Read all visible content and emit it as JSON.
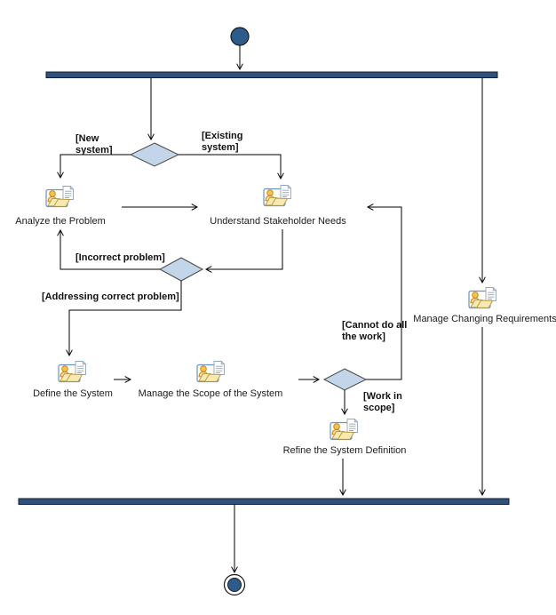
{
  "diagram": {
    "kind": "UML activity diagram",
    "colors": {
      "background": "#FFFFFF",
      "sync_bar_fill": "#31517B",
      "sync_bar_border": "#0F1F33",
      "node_fill": "#2E5C8A",
      "node_border": "#1A1A1A",
      "decision_fill": "#C3D5E8",
      "decision_border": "#4A4A4A",
      "edge_color": "#000000"
    }
  },
  "activities": {
    "analyze": {
      "label": "Analyze the Problem",
      "icon": "people-and-document-icon"
    },
    "understand": {
      "label": "Understand Stakeholder Needs",
      "icon": "people-and-document-icon"
    },
    "define": {
      "label": "Define the System",
      "icon": "people-and-document-icon"
    },
    "scope": {
      "label": "Manage the Scope of the System",
      "icon": "people-and-document-icon"
    },
    "refine": {
      "label": "Refine the System Definition",
      "icon": "people-and-document-icon"
    },
    "manage_changing": {
      "label": "Manage Changing Requirements",
      "icon": "people-and-document-icon"
    }
  },
  "guards": {
    "new_system": "[New\nsystem]",
    "existing_system": "[Existing\nsystem]",
    "incorrect_problem": "[Incorrect problem]",
    "addressing_correct_problem": "[Addressing correct problem]",
    "cannot_do_all": "[Cannot do all\nthe work]",
    "work_in_scope": "[Work in\nscope]"
  },
  "nodes": {
    "initial": "initial-node",
    "final": "activity-final-node",
    "fork_bar": "synchronization-bar",
    "join_bar": "synchronization-bar",
    "decisions": [
      "new-vs-existing-system",
      "problem-correctness",
      "work-scope"
    ]
  }
}
